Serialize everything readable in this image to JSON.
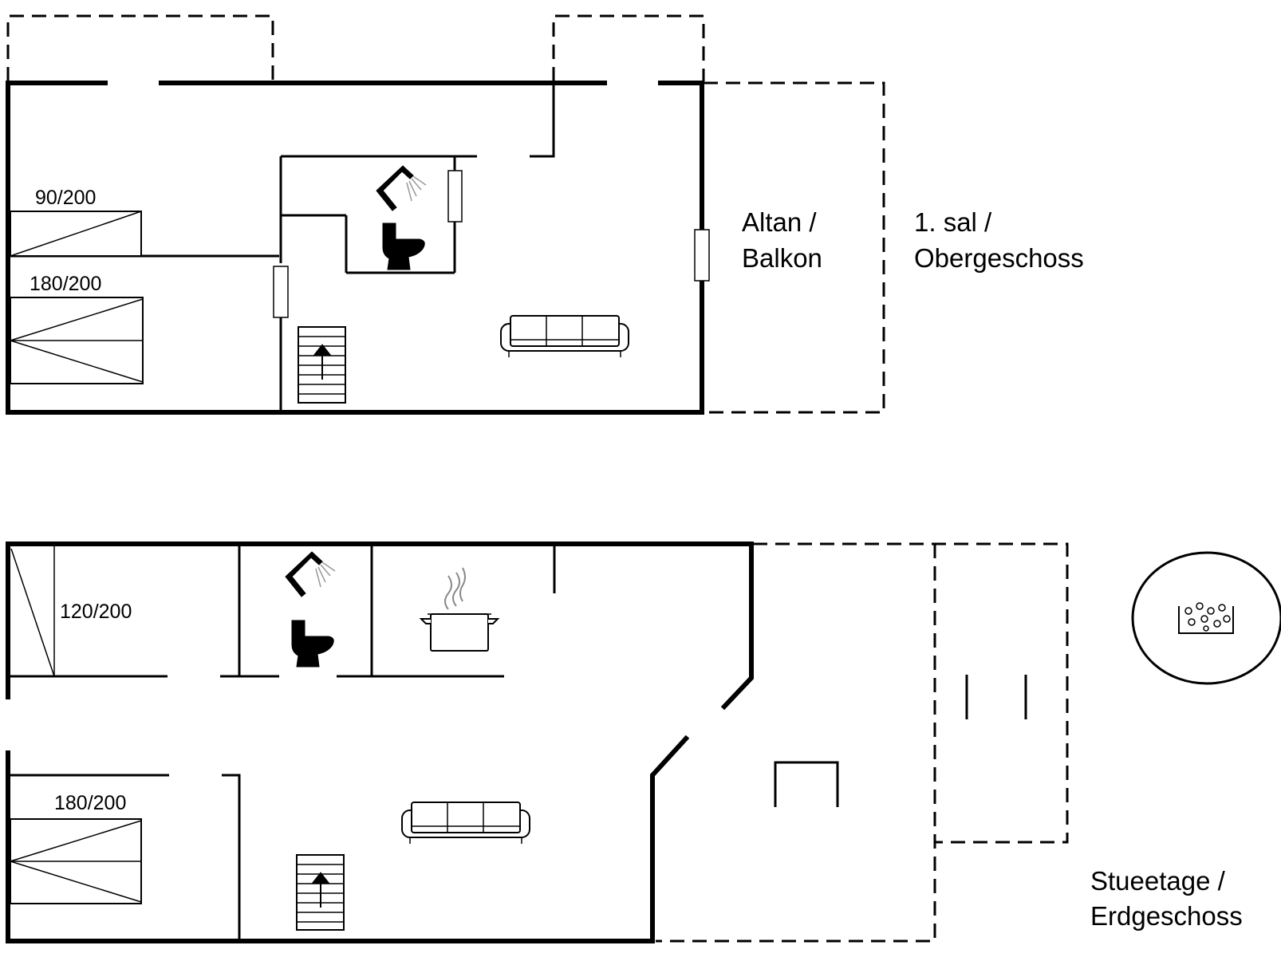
{
  "upper_floor": {
    "label_line1": "1. sal /",
    "label_line2": "Obergeschoss",
    "balcony_line1": "Altan /",
    "balcony_line2": "Balkon",
    "bed_single": "90/200",
    "bed_double": "180/200"
  },
  "ground_floor": {
    "label_line1": "Stueetage /",
    "label_line2": "Erdgeschoss",
    "bed_medium": "120/200",
    "bed_double": "180/200"
  },
  "icons": [
    "shower-icon",
    "toilet-icon",
    "sofa-icon",
    "staircase-icon",
    "cooking-pot-icon",
    "hot-tub-icon"
  ]
}
